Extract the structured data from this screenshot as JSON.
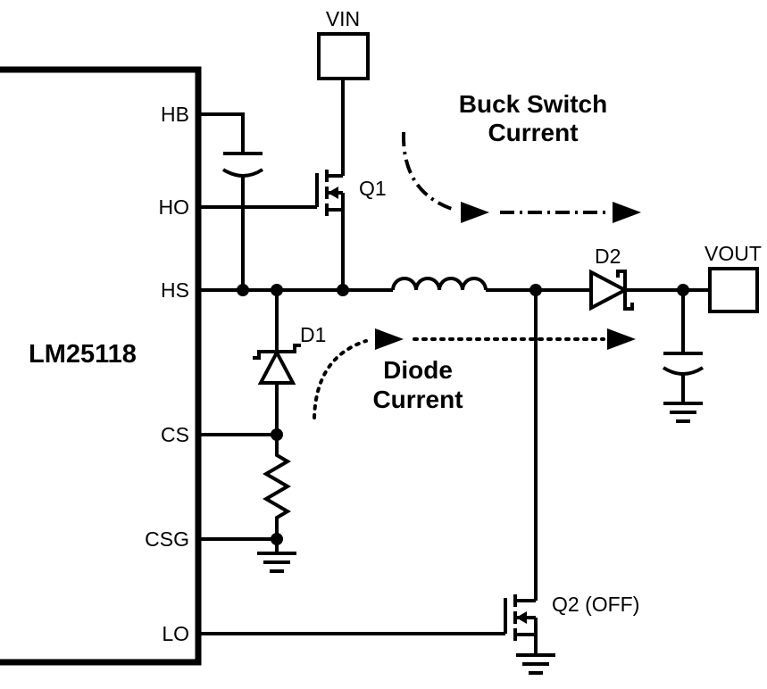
{
  "ic": {
    "name": "LM25118",
    "pins": [
      "HB",
      "HO",
      "HS",
      "CS",
      "CSG",
      "LO"
    ]
  },
  "terminals": {
    "vin_label": "VIN",
    "vout_label": "VOUT"
  },
  "components": {
    "q1_label": "Q1",
    "q2_label": "Q2 (OFF)",
    "d1_label": "D1",
    "d2_label": "D2"
  },
  "annotations": {
    "buck_switch_line1": "Buck Switch",
    "buck_switch_line2": "Current",
    "diode_line1": "Diode",
    "diode_line2": "Current"
  },
  "colors": {
    "line": "#000000",
    "background": "#ffffff"
  }
}
